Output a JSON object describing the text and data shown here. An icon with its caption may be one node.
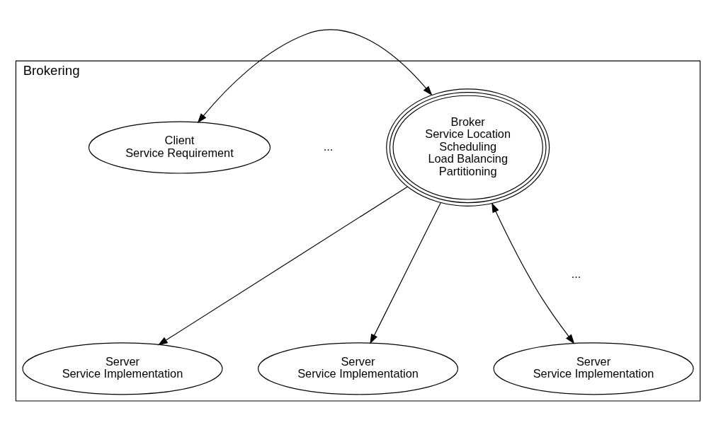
{
  "diagram": {
    "nodes": [
      {
        "text": [
          "Brokering"
        ]
      },
      {
        "text": [
          "Client",
          "Service Requirement"
        ],
        "in": 0
      },
      {
        "text": [
          "Broker",
          "Service Location",
          "Scheduling",
          "Load Balancing",
          "Partitioning"
        ],
        "in": 0
      },
      {
        "text": [
          "Server",
          "Service Implementation"
        ],
        "in": 0
      },
      {
        "text": [
          "Server",
          "Service Implementation"
        ],
        "in": 0
      },
      {
        "text": [
          "Server",
          "Service Implementation"
        ],
        "in": 0
      }
    ],
    "edges": [
      {
        "from": 1,
        "to": 2,
        "arrow": "both"
      },
      {
        "from": 2,
        "to": 3,
        "arrow": "to"
      },
      {
        "from": 2,
        "to": 4,
        "arrow": "to"
      },
      {
        "from": 2,
        "to": 5,
        "arrow": "both"
      }
    ],
    "labels": [
      "...",
      "..."
    ]
  }
}
